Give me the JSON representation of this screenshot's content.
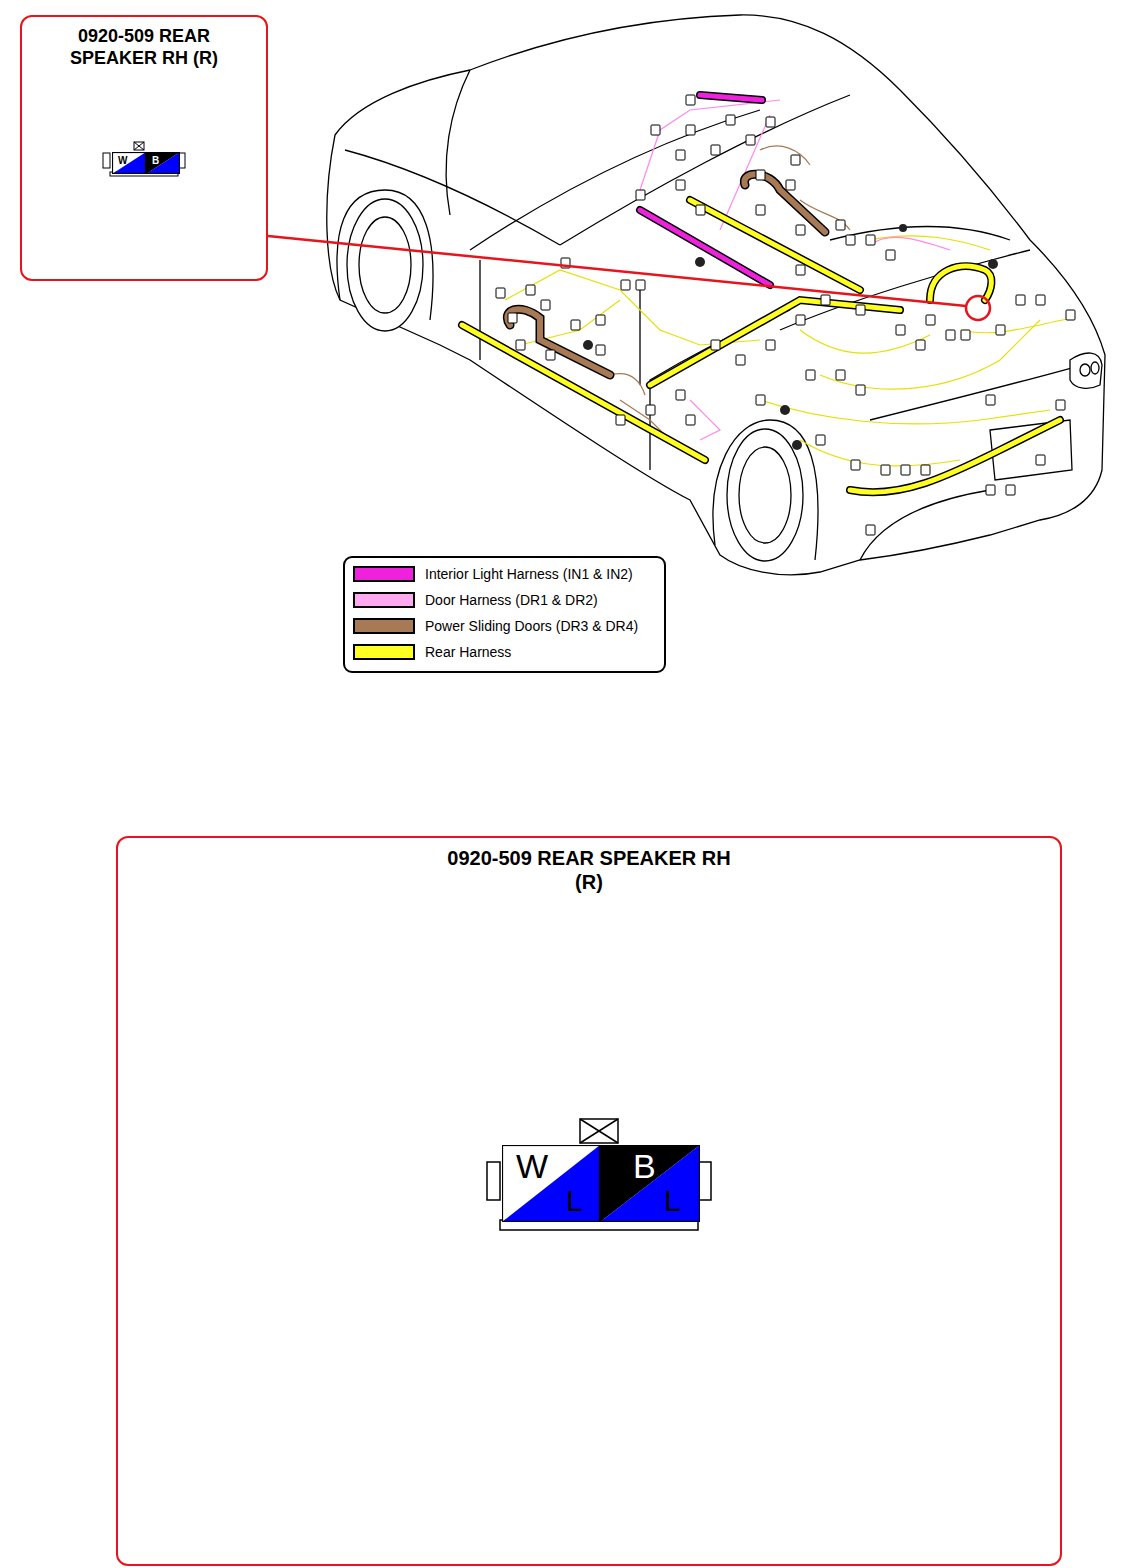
{
  "diagram": {
    "nodes": [
      {
        "text": [
          "0920-509 REAR SPEAKER RH (R)"
        ]
      },
      {
        "text": [
          "W"
        ],
        "in": 0
      },
      {
        "text": [
          "B"
        ],
        "in": 0
      },
      {
        "text": [
          "0920-509 REAR SPEAKER RH (R)"
        ]
      },
      {
        "text": [
          "W",
          "L"
        ],
        "in": 3
      },
      {
        "text": [
          "B",
          "L"
        ],
        "in": 3
      }
    ],
    "legend": [
      {
        "text": "Interior Light Harness (IN1 & IN2)",
        "color": "#ee22dd"
      },
      {
        "text": "Door Harness (DR1 & DR2)",
        "color": "#ffaaf0"
      },
      {
        "text": "Power Sliding Doors (DR3 & DR4)",
        "color": "#a77a55"
      },
      {
        "text": "Rear Harness",
        "color": "#ffff22"
      }
    ]
  }
}
